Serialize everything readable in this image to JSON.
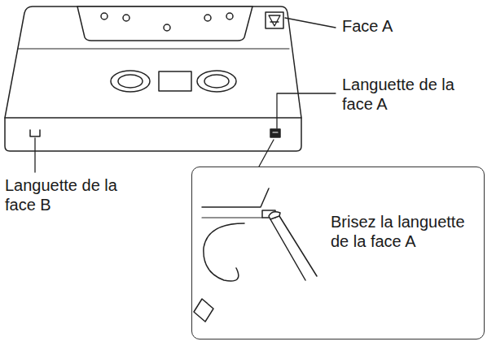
{
  "diagram": {
    "nodes": [
      {
        "text": [
          "Brisez la languette de la face A"
        ]
      }
    ],
    "labels": [
      "Face A",
      "Languette de la face A",
      "Languette de la face B"
    ]
  }
}
